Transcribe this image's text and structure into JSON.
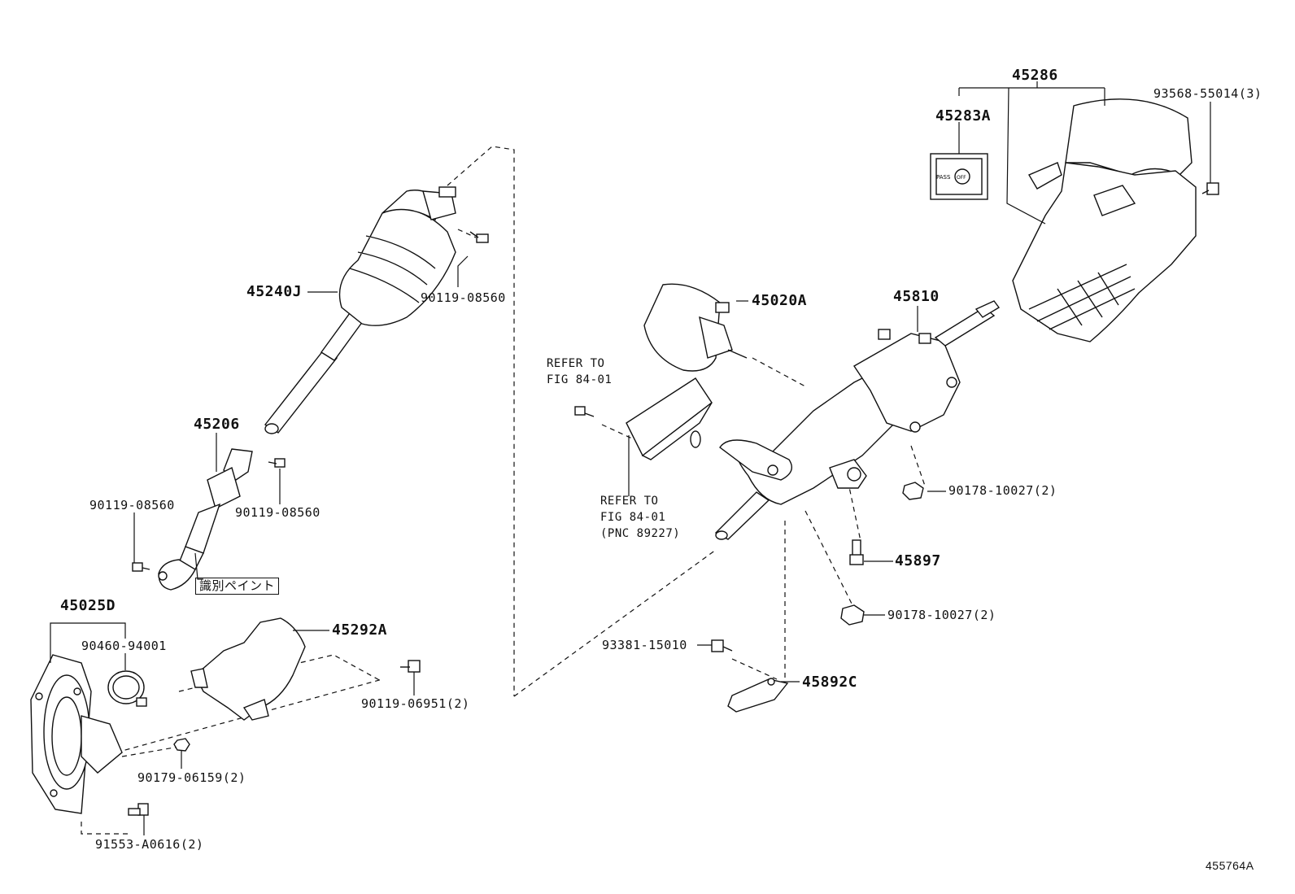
{
  "parts": {
    "p45286": "45286",
    "p45283A": "45283A",
    "p93568": "93568-55014(3)",
    "p45240J": "45240J",
    "p90119_top": "90119-08560",
    "p45020A": "45020A",
    "p45810": "45810",
    "p45206": "45206",
    "p90119_left": "90119-08560",
    "p90119_mid": "90119-08560",
    "paint_label": "識別ペイント",
    "p90178_a": "90178-10027(2)",
    "p45897": "45897",
    "p90178_b": "90178-10027(2)",
    "p45025D": "45025D",
    "p90460": "90460-94001",
    "p45292A": "45292A",
    "p90119_0695": "90119-06951(2)",
    "p90179": "90179-06159(2)",
    "p91553": "91553-A0616(2)",
    "p93381": "93381-15010",
    "p45892C": "45892C"
  },
  "notes": {
    "refer1_line1": "REFER TO",
    "refer1_line2": "FIG 84-01",
    "refer2_line1": "REFER TO",
    "refer2_line2": "FIG 84-01",
    "refer2_line3": "(PNC 89227)"
  },
  "switch_plate": {
    "left_text": "PASS",
    "center_text": "OFF"
  },
  "doc_id": "455764A"
}
